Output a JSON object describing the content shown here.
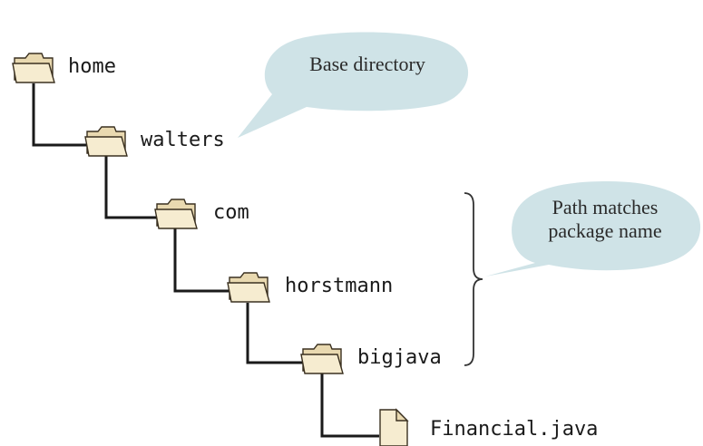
{
  "tree": {
    "nodes": [
      {
        "label": "home",
        "icon": "folder-icon"
      },
      {
        "label": "walters",
        "icon": "folder-icon"
      },
      {
        "label": "com",
        "icon": "folder-icon"
      },
      {
        "label": "horstmann",
        "icon": "folder-icon"
      },
      {
        "label": "bigjava",
        "icon": "folder-icon"
      },
      {
        "label": "Financial.java",
        "icon": "file-icon"
      }
    ]
  },
  "callouts": {
    "base_directory": "Base directory",
    "path_matches_line1": "Path matches",
    "path_matches_line2": "package name"
  },
  "colors": {
    "folder_fill": "#f6ecd0",
    "bubble_fill": "#cfe3e7",
    "line": "#1a1a1a"
  }
}
